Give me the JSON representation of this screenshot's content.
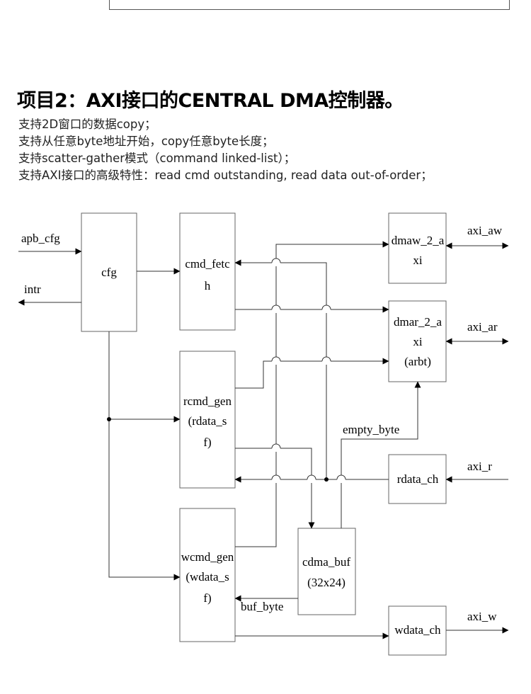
{
  "project": {
    "title": "项目2：AXI接口的CENTRAL DMA控制器。",
    "lines": [
      "支持2D窗口的数据copy；",
      "支持从任意byte地址开始，copy任意byte长度；",
      "支持scatter-gather模式（command linked-list）；",
      "支持AXI接口的高级特性：read cmd outstanding, read data out-of-order；"
    ]
  },
  "diagram": {
    "blocks": {
      "cfg": [
        "cfg"
      ],
      "cmd_fetch": [
        "cmd_fetc",
        "h"
      ],
      "rcmd_gen": [
        "rcmd_gen",
        "(rdata_s",
        "f)"
      ],
      "wcmd_gen": [
        "wcmd_gen",
        "(wdata_s",
        "f)"
      ],
      "dmaw": [
        "dmaw_2_a",
        "xi"
      ],
      "dmar": [
        "dmar_2_a",
        "xi",
        "(arbt)"
      ],
      "rdata_ch": [
        "rdata_ch"
      ],
      "cdma_buf": [
        "cdma_buf",
        "(32x24)"
      ],
      "wdata_ch": [
        "wdata_ch"
      ]
    },
    "signals": {
      "apb_cfg": "apb_cfg",
      "intr": "intr",
      "axi_aw": "axi_aw",
      "axi_ar": "axi_ar",
      "axi_r": "axi_r",
      "axi_w": "axi_w",
      "empty_byte": "empty_byte",
      "buf_byte": "buf_byte"
    }
  }
}
